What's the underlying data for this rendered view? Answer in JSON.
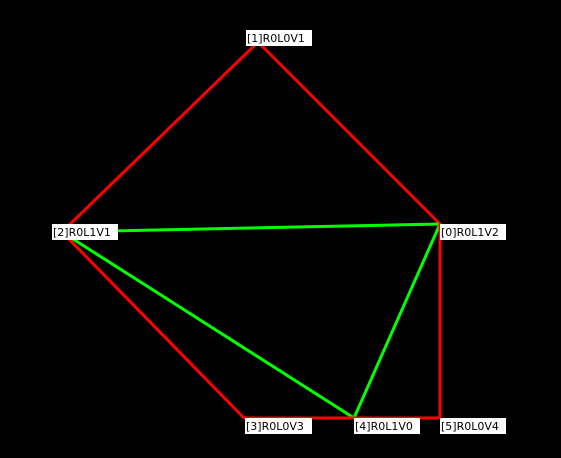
{
  "nodes": [
    {
      "id": 0,
      "label": "[0]R0L1V2"
    },
    {
      "id": 1,
      "label": "[1]R0L0V1"
    },
    {
      "id": 2,
      "label": "[2]R0L1V1"
    },
    {
      "id": 3,
      "label": "[3]R0L0V3"
    },
    {
      "id": 4,
      "label": "[4]R0L1V0"
    },
    {
      "id": 5,
      "label": "[5]R0L0V4"
    }
  ],
  "edges": [
    {
      "from": 1,
      "to": 2,
      "color": "#ff0000"
    },
    {
      "from": 1,
      "to": 0,
      "color": "#ff0000"
    },
    {
      "from": 2,
      "to": 0,
      "color": "#00ff00"
    },
    {
      "from": 2,
      "to": 4,
      "color": "#00ff00"
    },
    {
      "from": 0,
      "to": 4,
      "color": "#00ff00"
    },
    {
      "from": 0,
      "to": 5,
      "color": "#ff0000"
    },
    {
      "from": 2,
      "to": 3,
      "color": "#ff0000"
    },
    {
      "from": 3,
      "to": 4,
      "color": "#ff0000"
    },
    {
      "from": 4,
      "to": 5,
      "color": "#ff0000"
    }
  ],
  "colors": {
    "background": "#000000",
    "red_edge": "#ff0000",
    "green_edge": "#00ff00",
    "label_background": "#ffffff",
    "label_text": "#000000"
  }
}
